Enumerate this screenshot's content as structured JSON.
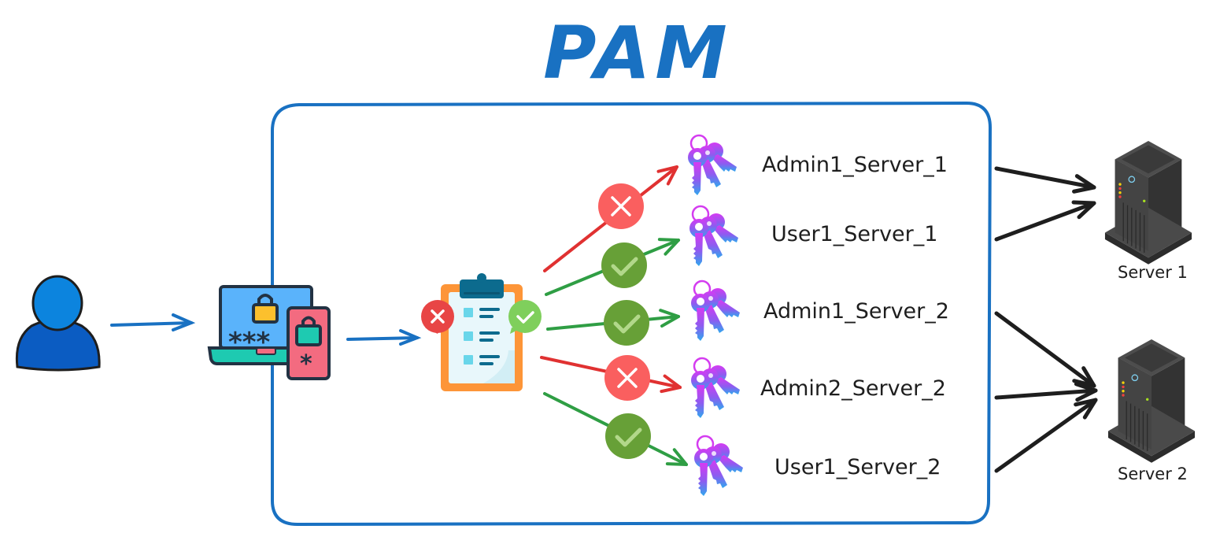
{
  "title": "PAM",
  "colors": {
    "frame": "#1971c2",
    "deny": "#e03131",
    "allow": "#2f9e44",
    "deny_badge": "#fa5f5f",
    "allow_badge": "#67a037",
    "connector": "#1e1e1e"
  },
  "nodes": {
    "user": {
      "icon": "user-icon",
      "label": ""
    },
    "auth": {
      "icon": "password-authentication-icon",
      "label": ""
    },
    "policy": {
      "icon": "access-policy-clipboard-icon",
      "label": ""
    }
  },
  "credentials": [
    {
      "label": "Admin1_Server_1",
      "icon": "keys-icon",
      "decision": "denied",
      "server": "Server 1"
    },
    {
      "label": "User1_Server_1",
      "icon": "keys-icon",
      "decision": "allowed",
      "server": "Server 1"
    },
    {
      "label": "Admin1_Server_2",
      "icon": "keys-icon",
      "decision": "allowed",
      "server": "Server 2"
    },
    {
      "label": "Admin2_Server_2",
      "icon": "keys-icon",
      "decision": "denied",
      "server": "Server 2"
    },
    {
      "label": "User1_Server_2",
      "icon": "keys-icon",
      "decision": "allowed",
      "server": "Server 2"
    }
  ],
  "servers": [
    {
      "label": "Server 1",
      "icon": "server-icon"
    },
    {
      "label": "Server 2",
      "icon": "server-icon"
    }
  ]
}
